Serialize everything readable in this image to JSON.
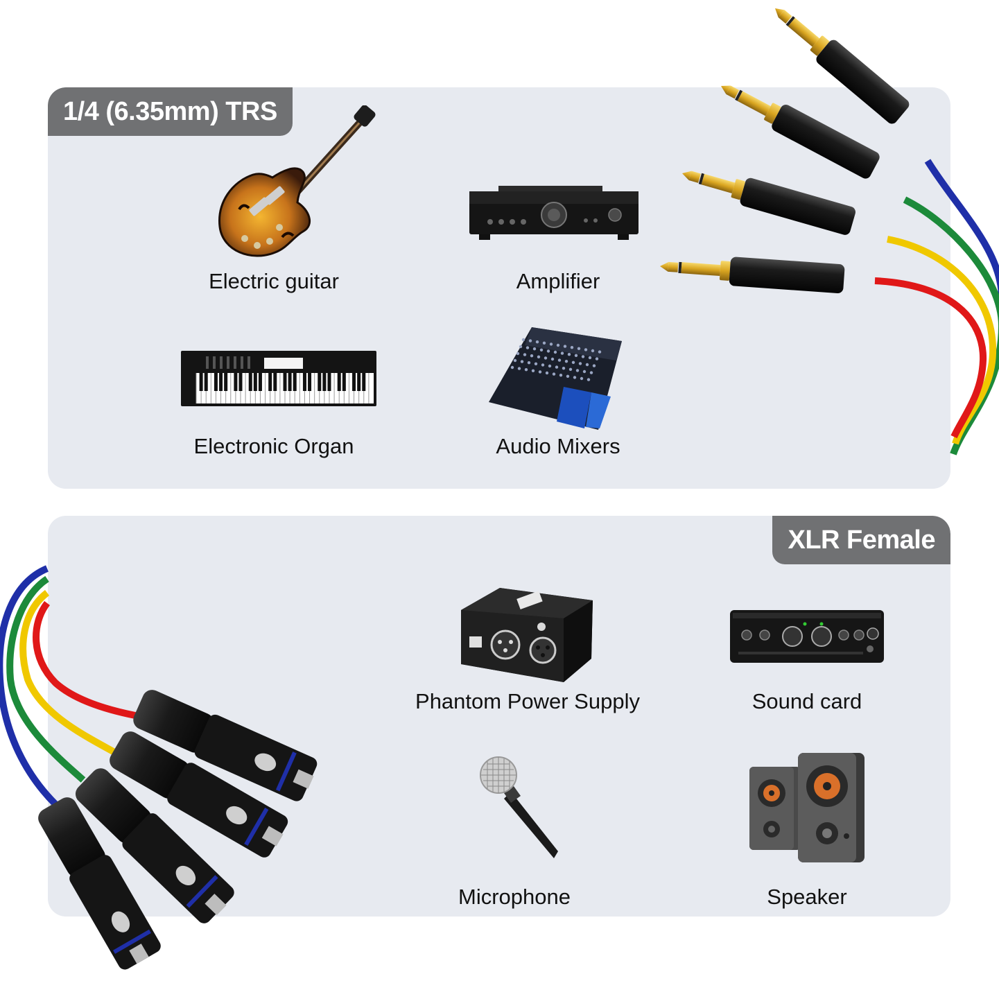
{
  "trs_section": {
    "title": "1/4 (6.35mm) TRS",
    "devices": [
      {
        "label": "Electric guitar",
        "icon": "electric-guitar-icon"
      },
      {
        "label": "Amplifier",
        "icon": "amplifier-icon"
      },
      {
        "label": "Electronic Organ",
        "icon": "keyboard-icon"
      },
      {
        "label": "Audio Mixers",
        "icon": "mixer-icon"
      }
    ]
  },
  "xlr_section": {
    "title": "XLR Female",
    "devices": [
      {
        "label": "Phantom Power Supply",
        "icon": "phantom-power-icon"
      },
      {
        "label": "Sound card",
        "icon": "sound-card-icon"
      },
      {
        "label": "Microphone",
        "icon": "microphone-icon"
      },
      {
        "label": "Speaker",
        "icon": "speaker-icon"
      }
    ]
  },
  "colors": {
    "panel": "#e7eaf0",
    "tag": "#707173",
    "cable_blue": "#1f2fa8",
    "cable_green": "#1c8a3a",
    "cable_yellow": "#f0c800",
    "cable_red": "#e01818",
    "gold": "#d9a520"
  }
}
